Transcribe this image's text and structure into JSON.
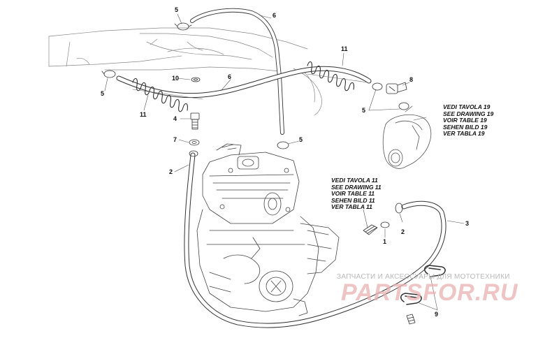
{
  "diagram": {
    "callouts": [
      "5",
      "6",
      "11",
      "10",
      "6",
      "5",
      "8",
      "5",
      "11",
      "4",
      "7",
      "5",
      "2",
      "1",
      "2",
      "3",
      "9"
    ],
    "reference_drawing_19": [
      "VEDI TAVOLA 19",
      "SEE DRAWING 19",
      "VOIR TABLE 19",
      "SEHEN BILD 19",
      "VER TABLA 19"
    ],
    "reference_drawing_11": [
      "VEDI TAVOLA 11",
      "SEE DRAWING 11",
      "VOIR TABLE 11",
      "SEHEN BILD 11",
      "VER TABLA 11"
    ]
  },
  "watermark": {
    "tagline": "ЗАПЧАСТИ И АКСЕССУАРЫ ДЛЯ МОТОТЕХНИКИ",
    "logo": "PARTSFOR.RU",
    "color": "#e8b0b0"
  }
}
